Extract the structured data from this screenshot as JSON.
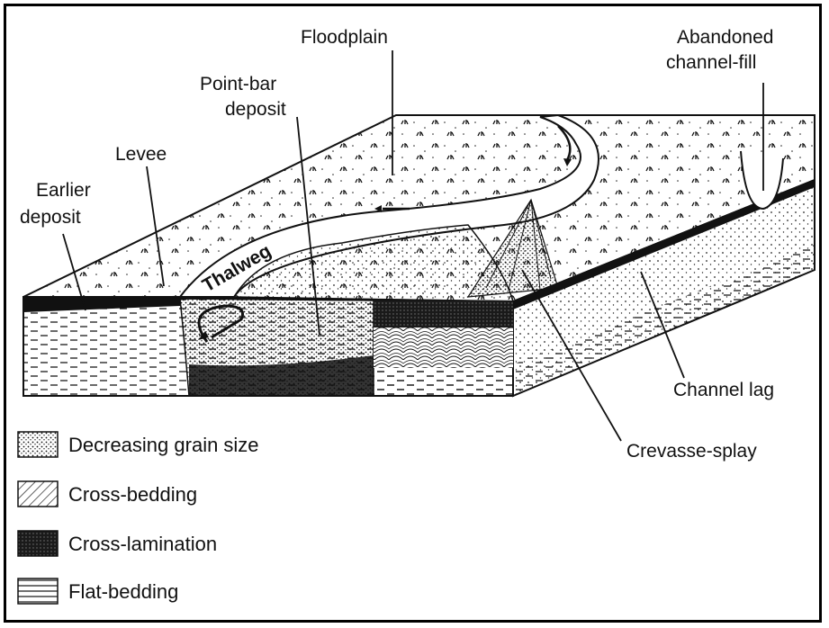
{
  "labels": {
    "floodplain": "Floodplain",
    "abandoned_line1": "Abandoned",
    "abandoned_line2": "channel-fill",
    "pointbar_line1": "Point-bar",
    "pointbar_line2": "deposit",
    "levee": "Levee",
    "earlier_line1": "Earlier",
    "earlier_line2": "deposit",
    "thalweg": "Thalweg",
    "channel_lag": "Channel lag",
    "crevasse_splay": "Crevasse-splay"
  },
  "legend": [
    {
      "label": "Decreasing grain size",
      "pattern": "graded-dots"
    },
    {
      "label": "Cross-bedding",
      "pattern": "diagonal-hatch"
    },
    {
      "label": "Cross-lamination",
      "pattern": "dense-dark"
    },
    {
      "label": "Flat-bedding",
      "pattern": "horizontal-lines"
    }
  ]
}
